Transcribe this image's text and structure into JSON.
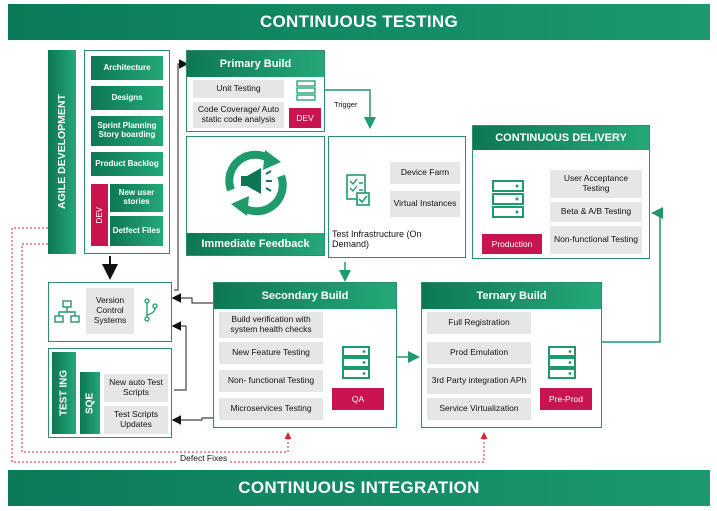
{
  "banners": {
    "top": "CONTINUOUS TESTING",
    "bottom": "CONTINUOUS  INTEGRATION"
  },
  "agile": {
    "title": "AGILE DEVELOPMENT",
    "items": [
      "Architecture",
      "Designs",
      "Sprint Planning Story boarding",
      "Product Backlog"
    ],
    "dev_label": "DEV",
    "dev_items": [
      "New user stories",
      "Detfect Files"
    ]
  },
  "primary_build": {
    "title": "Primary Build",
    "unit_testing": "Unit Testing",
    "coverage": "Code Coverage/ Auto static code analysis",
    "dev_label": "DEV",
    "trigger": "Trigger"
  },
  "feedback": {
    "title": "Immediate Feedback"
  },
  "test_infra": {
    "title": "Test Infrastructure (On Demand)",
    "items": [
      "Device Farm",
      "Virtual Instances"
    ]
  },
  "continuous_delivery": {
    "title": "CONTINUOUS DELIVERY",
    "items": [
      "User Acceptance Testing",
      "Beta & A/B Testing",
      "Non-functional Testing"
    ],
    "env_label": "Production"
  },
  "vcs": {
    "label": "Version Control Systems"
  },
  "testing": {
    "title": "TEST ING",
    "sqe": "SQE",
    "items": [
      "New auto Test Scripts",
      "Test Scripts Updates"
    ]
  },
  "secondary_build": {
    "title": "Secondary Build",
    "items": [
      "Build verification with system health checks",
      "New Feature Testing",
      "Non- functional Testing",
      "Microservices Testing"
    ],
    "env_label": "QA"
  },
  "ternary_build": {
    "title": "Ternary Build",
    "items": [
      "Full Registration",
      "Prod Emulation",
      "3rd Party integration APh",
      "Service Virtualization"
    ],
    "env_label": "Pre-Prod"
  },
  "defect_fixes": "Defect Fixes",
  "colors": {
    "green_dark": "#0d7755",
    "green_light": "#25a877",
    "magenta": "#c8154f",
    "grey": "#e6e6e6",
    "dotted_red": "#d9262e"
  }
}
